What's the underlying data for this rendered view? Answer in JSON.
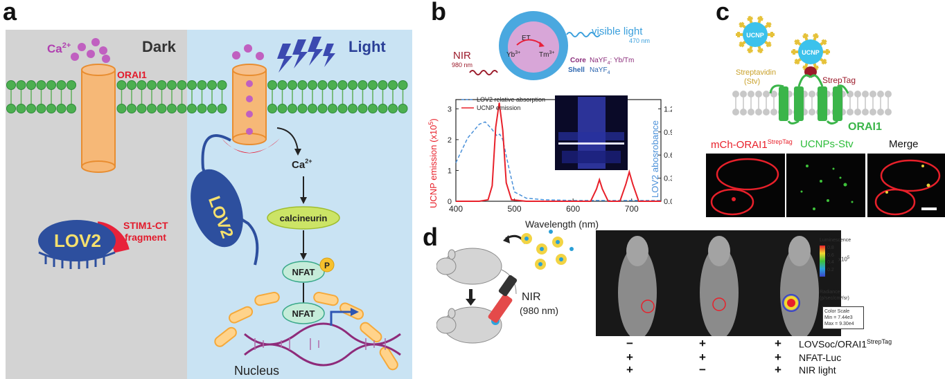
{
  "panel_a": {
    "letter": "a",
    "dark_label": "Dark",
    "light_label": "Light",
    "ca_label": "Ca",
    "ca_sup": "2+",
    "orai1_label": "ORAI1",
    "lov2_label": "LOV2",
    "lov2_rotated": "LOV2",
    "stim_line1": "STIM1-CT",
    "stim_line2": "fragment",
    "ca_flow": "Ca",
    "ca_flow_sup": "2+",
    "calcineurin": "calcineurin",
    "nfat_p": "NFAT",
    "p_label": "P",
    "nfat_nucleus": "NFAT",
    "nucleus": "Nucleus",
    "colors": {
      "dark_bg": "#d3d3d3",
      "light_bg": "#c9e3f3",
      "membrane": "#4caf50",
      "calcium": "#c060c0",
      "orai": "#f2a65a",
      "lov2": "#2d4f9e",
      "stim": "#e8223a",
      "light_text": "#2a3f97",
      "nucleus_tube": "#f5a93a",
      "dna": "#8e2b7a"
    }
  },
  "panel_b": {
    "letter": "b",
    "et_label": "ET",
    "yb": "Yb",
    "yb_sup": "3+",
    "tm": "Tm",
    "tm_sup": "3+",
    "visible_light": "visible light",
    "visible_nm": "470 nm",
    "nir": "NIR",
    "nir_nm": "980 nm",
    "core_label": "Core",
    "core_mat": "NaYF",
    "core_sub": "4",
    "core_dopant": ": Yb/Tm",
    "shell_label": "Shell",
    "shell_mat": "NaYF",
    "shell_sub": "4"
  },
  "chart_data": {
    "type": "line",
    "xlabel": "Wavelength (nm)",
    "ylabel_left": "UCNP emission (x10",
    "ylabel_left_sup": "5",
    "ylabel_left_end": ")",
    "ylabel_right": "LOV2 abosrobance",
    "xlim": [
      400,
      750
    ],
    "ylim_left": [
      0,
      3.3
    ],
    "ylim_right": [
      0,
      1.32
    ],
    "x_ticks": [
      "400",
      "500",
      "600",
      "700"
    ],
    "y_left_ticks": [
      "0",
      "1",
      "2",
      "3"
    ],
    "y_right_ticks": [
      "0.0",
      "0.3",
      "0.6",
      "0.9",
      "1.2"
    ],
    "legend_position": "top-left",
    "series": [
      {
        "name": "LOV2 relative absorption",
        "axis": "right",
        "style": "dashed",
        "color": "#4a90d9",
        "x": [
          400,
          420,
          440,
          450,
          460,
          470,
          475,
          480,
          490,
          500,
          520,
          550,
          600,
          650,
          700,
          750
        ],
        "y": [
          0.5,
          0.82,
          1.0,
          1.03,
          0.95,
          0.85,
          0.87,
          0.8,
          0.45,
          0.12,
          0.04,
          0.02,
          0.01,
          0.01,
          0.01,
          0.01
        ]
      },
      {
        "name": "UCNP emission",
        "axis": "left",
        "style": "solid",
        "color": "#e8202a",
        "x": [
          400,
          440,
          455,
          462,
          468,
          474,
          480,
          486,
          495,
          520,
          600,
          630,
          640,
          645,
          650,
          660,
          680,
          690,
          696,
          702,
          712,
          730,
          750
        ],
        "y": [
          0.0,
          0.0,
          0.05,
          0.5,
          2.4,
          3.2,
          2.3,
          0.6,
          0.05,
          0.0,
          0.0,
          0.0,
          0.4,
          0.7,
          0.4,
          0.0,
          0.0,
          0.55,
          0.95,
          0.55,
          0.0,
          0.0,
          0.0
        ]
      }
    ]
  },
  "panel_c": {
    "letter": "c",
    "ucnp1": "UCNP",
    "ucnp2": "UCNP",
    "streptavidin": "Streptavidin",
    "stv": "(Stv)",
    "streptag": "StrepTag",
    "orai1": "ORAI1",
    "label_red": "mCh-ORAI1",
    "label_red_sup": "StrepTag",
    "label_green": "UCNPs-Stv",
    "label_merge": "Merge"
  },
  "panel_d": {
    "letter": "d",
    "nir": "NIR",
    "nir_nm": "(980 nm)",
    "legend_title": "Luminescence",
    "scale_values": [
      "0.8",
      "0.6",
      "0.4",
      "0.2"
    ],
    "scale_unit": "x10",
    "scale_unit_sup": "5",
    "radiance": "Radiance",
    "radiance_unit": "(p/sec/cm²/sr)",
    "color_scale_title": "Color Scale",
    "color_scale_min": "Min = 7.44e3",
    "color_scale_max": "Max = 9.30e4",
    "rows": [
      {
        "label": "LOVSoc/ORAI1",
        "label_sup": "StrepTag",
        "signs": [
          "−",
          "+",
          "+"
        ]
      },
      {
        "label": "NFAT-Luc",
        "label_sup": "",
        "signs": [
          "+",
          "+",
          "+"
        ]
      },
      {
        "label": "NIR light",
        "label_sup": "",
        "signs": [
          "+",
          "−",
          "+"
        ]
      }
    ]
  }
}
